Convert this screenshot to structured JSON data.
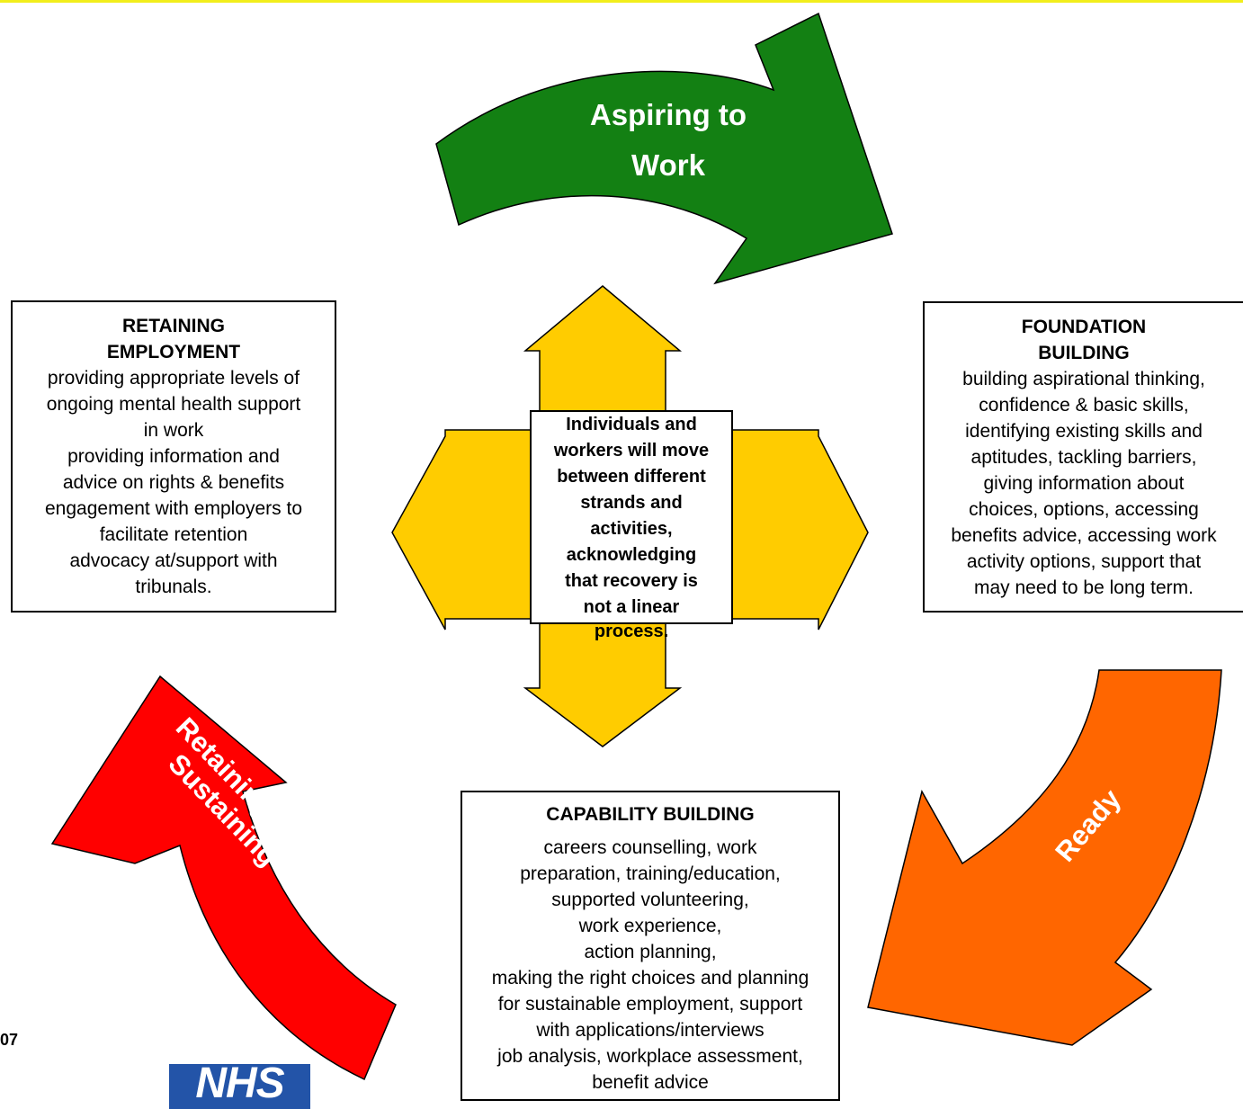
{
  "arrows": {
    "aspiring": {
      "label_line1": "Aspiring to",
      "label_line2": "Work",
      "color": "#138013"
    },
    "ready": {
      "label": "Ready",
      "color": "#ff6600"
    },
    "retaining": {
      "label_line1": "Retaining and",
      "label_line2": "Sustaining",
      "color": "#ff0000"
    },
    "center": {
      "color": "#ffcc00"
    }
  },
  "boxes": {
    "retaining": {
      "heading_line1": "RETAINING",
      "heading_line2": "EMPLOYMENT",
      "lines": [
        "providing appropriate levels of",
        "ongoing mental health support",
        "in work",
        "providing information and",
        "advice on rights & benefits",
        "engagement with employers to",
        "facilitate retention",
        "advocacy at/support with",
        "tribunals."
      ]
    },
    "foundation": {
      "heading_line1": "FOUNDATION",
      "heading_line2": "BUILDING",
      "lines": [
        "building aspirational thinking,",
        "confidence & basic skills,",
        "identifying existing skills and",
        "aptitudes, tackling barriers,",
        "giving information about",
        "choices, options, accessing",
        "benefits advice, accessing work",
        "activity options,  support that",
        "may need to be long term."
      ]
    },
    "capability": {
      "heading": "CAPABILITY BUILDING",
      "lines": [
        "careers counselling, work",
        "preparation, training/education,",
        "supported volunteering,",
        "work experience,",
        "action planning,",
        "making the right choices and planning",
        "for sustainable employment, support",
        "with applications/interviews",
        "job analysis, workplace assessment,",
        "benefit advice"
      ]
    },
    "center": {
      "lines": [
        "Individuals and",
        "workers will move",
        "between different",
        "strands and",
        "activities,",
        "acknowledging",
        "that recovery is",
        "not a linear"
      ],
      "overflow": "process."
    }
  },
  "corner_text": "07",
  "logo_text": "NHS"
}
